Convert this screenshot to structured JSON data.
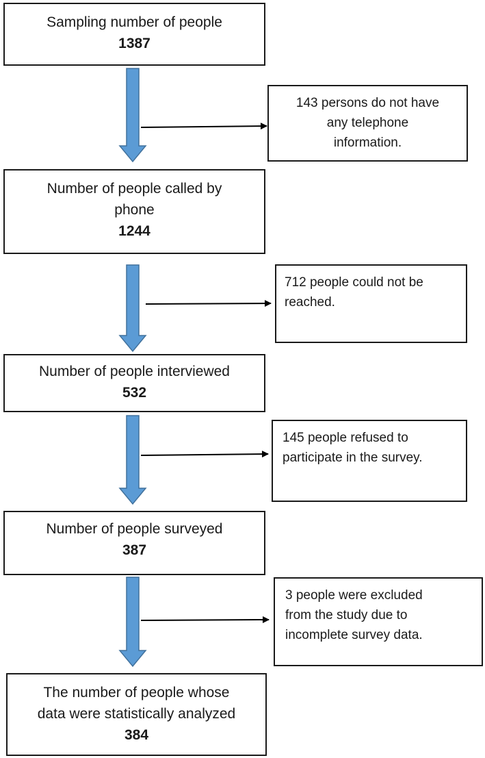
{
  "main_boxes": [
    {
      "lines": [
        "Sampling number of people"
      ],
      "count": "1387"
    },
    {
      "lines": [
        "Number of people called by",
        "phone"
      ],
      "count": "1244"
    },
    {
      "lines": [
        "Number of people interviewed"
      ],
      "count": "532"
    },
    {
      "lines": [
        "Number of people surveyed"
      ],
      "count": "387"
    },
    {
      "lines": [
        "The number of people whose",
        "data were statistically analyzed"
      ],
      "count": "384"
    }
  ],
  "side_boxes": [
    {
      "lines": [
        "143 persons do not have",
        "any telephone",
        "information."
      ]
    },
    {
      "lines": [
        "712 people could not be",
        "reached."
      ]
    },
    {
      "lines": [
        "145 people refused to",
        "participate in the survey."
      ]
    },
    {
      "lines": [
        "3 people were excluded",
        "from the study due to",
        "incomplete survey data."
      ]
    }
  ],
  "colors": {
    "down_arrow_fill": "#5b9bd5",
    "down_arrow_stroke": "#41719c",
    "box_border": "#1a1a1a",
    "connector": "#000000"
  }
}
